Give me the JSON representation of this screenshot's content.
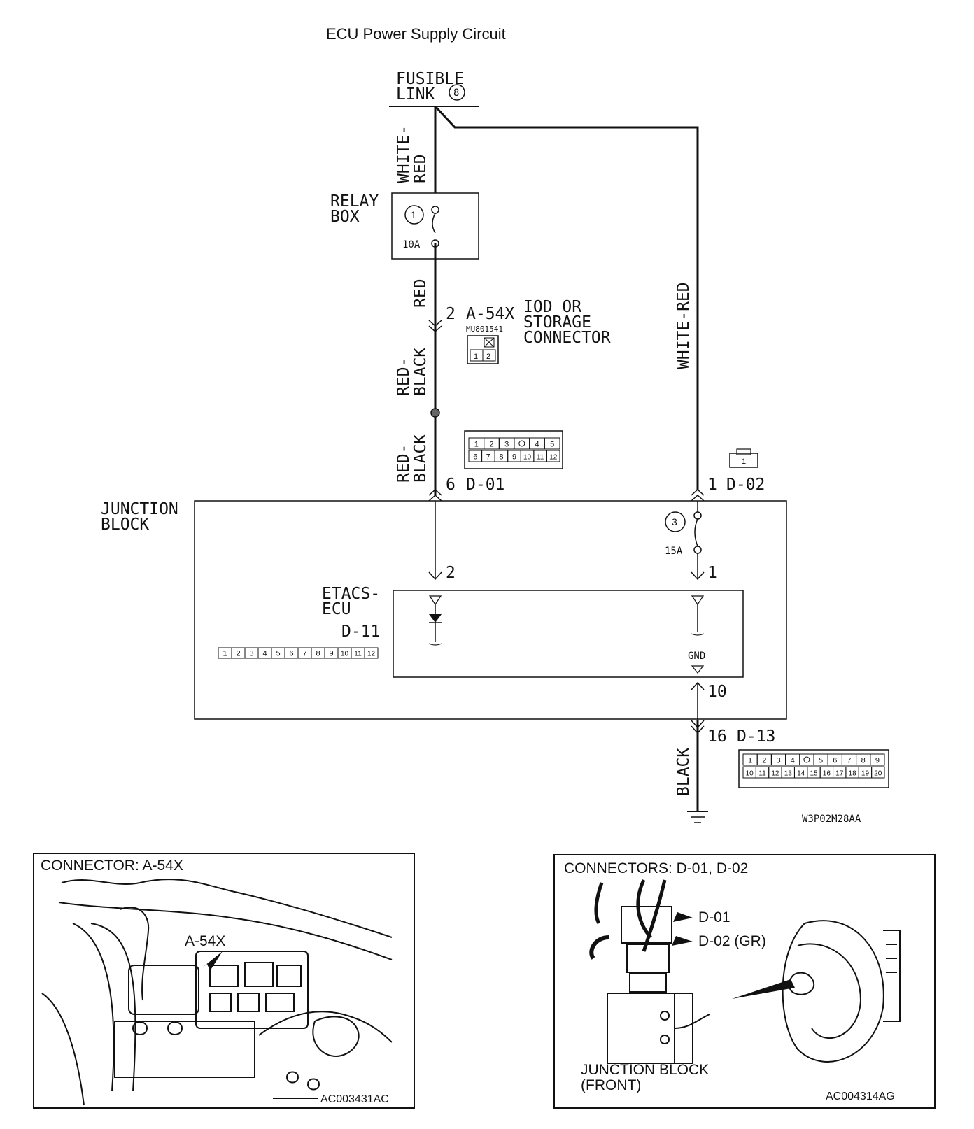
{
  "title": "ECU Power Supply Circuit",
  "fusible_link": {
    "line1": "FUSIBLE",
    "line2": "LINK",
    "number": "8"
  },
  "relay_box": {
    "line1": "RELAY",
    "line2": "BOX",
    "fuse_number": "1",
    "fuse_rating": "10A"
  },
  "junction_block": {
    "line1": "JUNCTION",
    "line2": "BLOCK",
    "fuse_number": "3",
    "fuse_rating": "15A"
  },
  "etacs_ecu": {
    "line1": "ETACS-",
    "line2": "ECU",
    "connector": "D-11",
    "gnd": "GND",
    "pins": [
      "1",
      "2",
      "3",
      "4",
      "5",
      "6",
      "7",
      "8",
      "9",
      "10",
      "11",
      "12"
    ]
  },
  "wires": {
    "white_red_top": "WHITE-\nRED",
    "white_red_right": "WHITE-RED",
    "red": "RED",
    "red_black_1": "RED-\nBLACK",
    "red_black_2": "RED-\nBLACK",
    "black": "BLACK"
  },
  "connectors": {
    "a54x": {
      "pin": "2",
      "name": "A-54X",
      "part": "MU801541",
      "desc1": "IOD OR",
      "desc2": "STORAGE",
      "desc3": "CONNECTOR",
      "pins": [
        "1",
        "2"
      ]
    },
    "d01": {
      "pin": "6",
      "name": "D-01",
      "row1": [
        "1",
        "2",
        "3",
        "",
        "4",
        "5"
      ],
      "row2": [
        "6",
        "7",
        "8",
        "9",
        "10",
        "11",
        "12"
      ]
    },
    "d02": {
      "pin": "1",
      "name": "D-02",
      "icon_pin": "1"
    },
    "d13": {
      "pin": "16",
      "name": "D-13",
      "row1": [
        "1",
        "2",
        "3",
        "4",
        "",
        "5",
        "6",
        "7",
        "8",
        "9"
      ],
      "row2": [
        "10",
        "11",
        "12",
        "13",
        "14",
        "15",
        "16",
        "17",
        "18",
        "19",
        "20"
      ]
    }
  },
  "terminal_numbers": {
    "ecu_left": "2",
    "ecu_right": "1",
    "ground_in": "10"
  },
  "diagram_code": "W3P02M28AA",
  "panel_left": {
    "title": "CONNECTOR: A-54X",
    "callout": "A-54X",
    "code": "AC003431AC"
  },
  "panel_right": {
    "title": "CONNECTORS: D-01, D-02",
    "callout1": "D-01",
    "callout2": "D-02 (GR)",
    "caption1": "JUNCTION BLOCK",
    "caption2": "(FRONT)",
    "code": "AC004314AG"
  }
}
